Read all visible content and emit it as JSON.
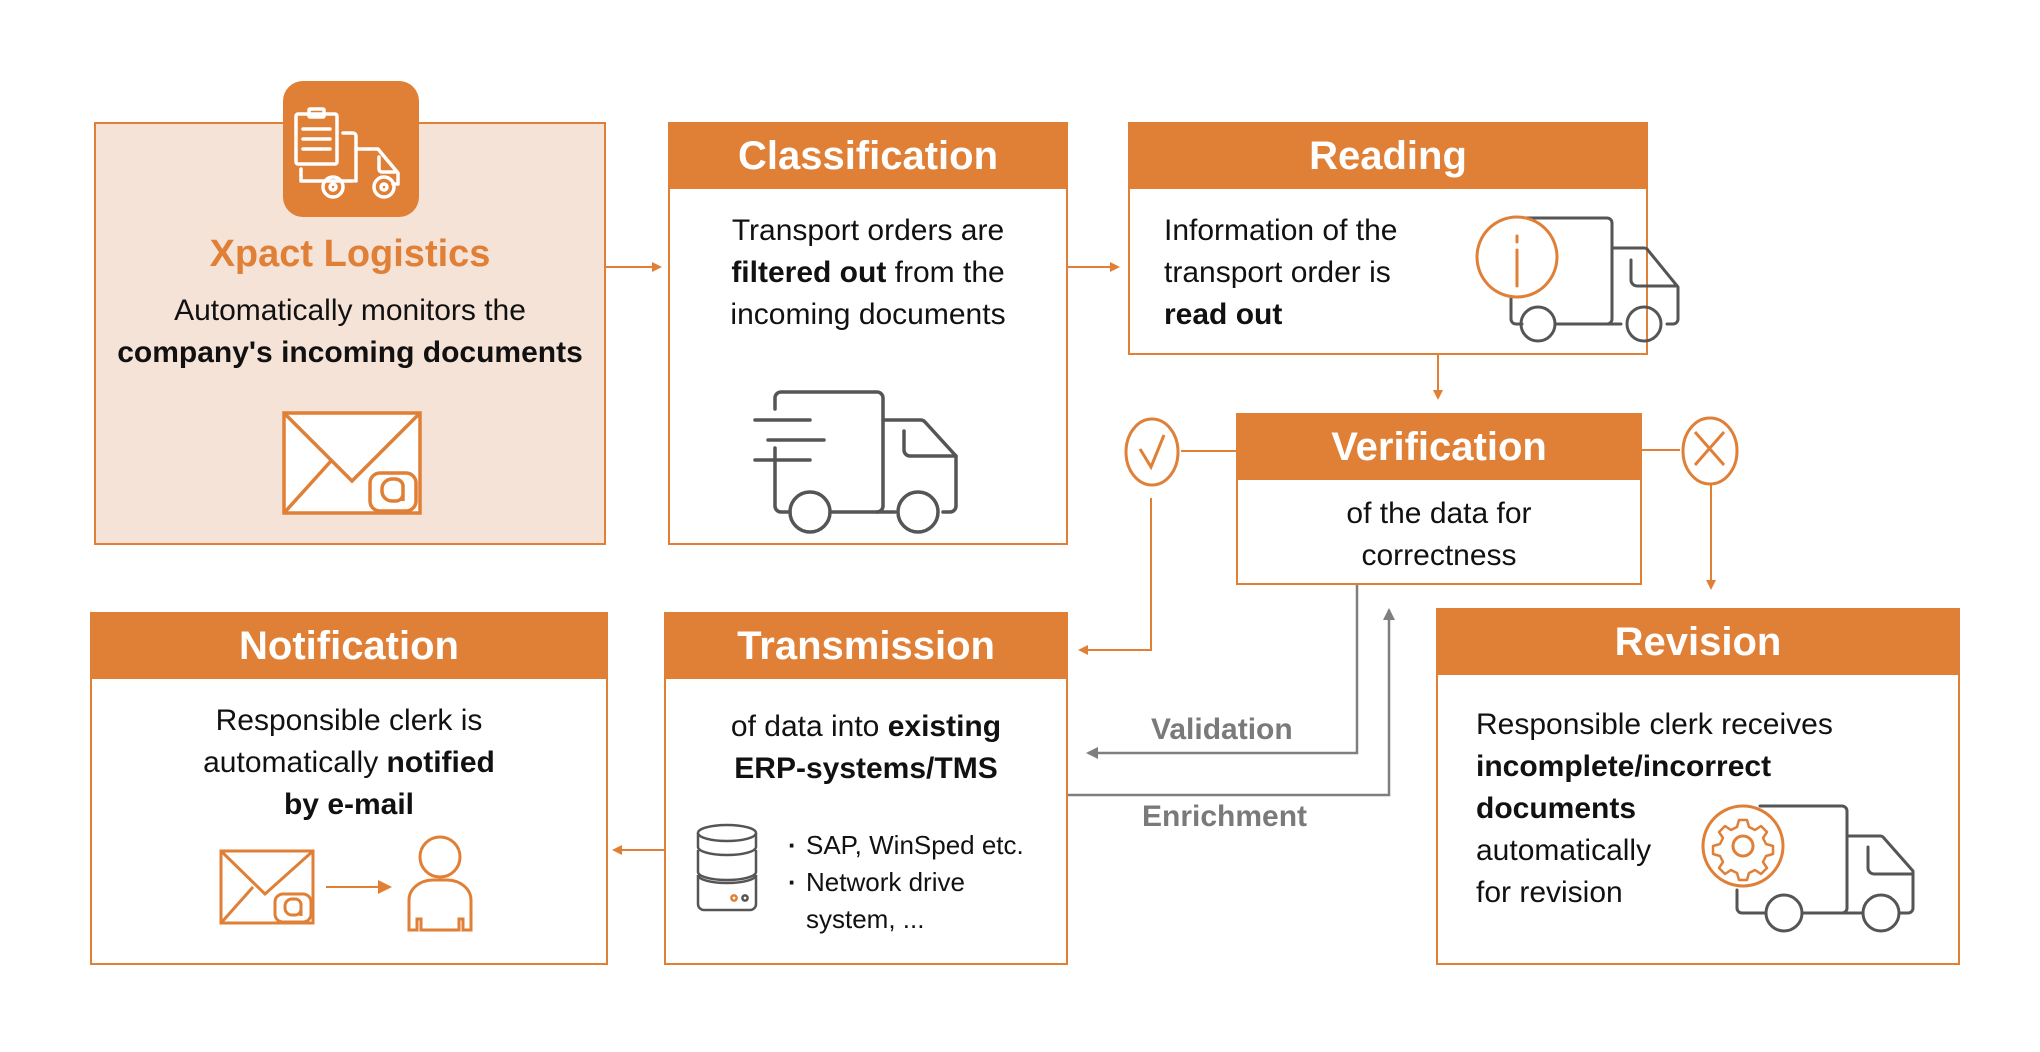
{
  "colors": {
    "accent": "#e07f36",
    "start_bg": "#f6e3d7",
    "icon_gray": "#555555",
    "connector_gray": "#7f7f7f"
  },
  "start": {
    "icon": "clipboard-truck-icon",
    "title": "Xpact Logistics",
    "line1": "Automatically monitors the",
    "line2": "company's incoming documents",
    "bottom_icon": "email-at-icon"
  },
  "classification": {
    "title": "Classification",
    "line1": "Transport orders are",
    "line2_bold": "filtered out",
    "line2_rest": " from the",
    "line3": "incoming documents",
    "icon": "fast-truck-icon"
  },
  "reading": {
    "title": "Reading",
    "line1": "Information of the",
    "line2": "transport order is",
    "line3_bold": "read out",
    "icon": "info-truck-icon"
  },
  "verification": {
    "title": "Verification",
    "line1": "of the data for",
    "line2": "correctness",
    "pass_icon": "check-circle-icon",
    "fail_icon": "x-circle-icon"
  },
  "transmission": {
    "title": "Transmission",
    "line1_pre": "of data into ",
    "line1_bold": "existing",
    "line2_bold": "ERP-systems/TMS",
    "icon": "database-icon",
    "bullets": [
      "SAP, WinSped etc.",
      "Network drive",
      "system, ..."
    ]
  },
  "notification": {
    "title": "Notification",
    "line1": "Responsible clerk is",
    "line2_pre": "automatically ",
    "line2_bold": "notified",
    "line3_bold": "by e-mail",
    "icons": [
      "email-at-icon",
      "arrow-right-icon",
      "person-icon"
    ]
  },
  "revision": {
    "title": "Revision",
    "line1": "Responsible clerk receives",
    "line2_bold": "incomplete/incorrect",
    "line3_bold": "documents",
    "line4": "automatically",
    "line5": "for revision",
    "icon": "gear-truck-icon"
  },
  "connectors": {
    "validation_label": "Validation",
    "enrichment_label": "Enrichment"
  }
}
